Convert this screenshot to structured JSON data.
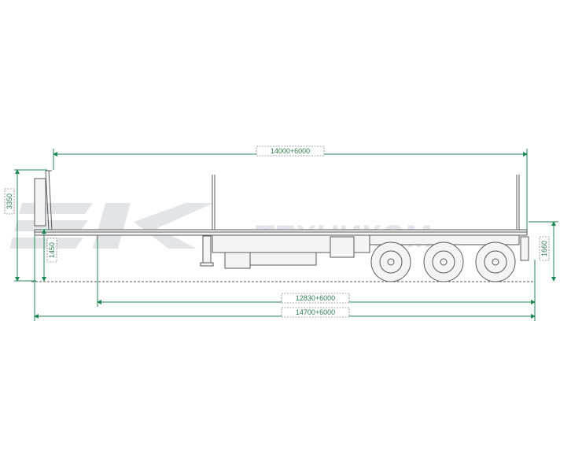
{
  "dimensions": {
    "deck_length": "14000+6000",
    "wheelbase_length": "12830+6000",
    "overall_length": "14700+6000",
    "overall_height": "3350",
    "front_deck_height": "1450",
    "rear_deck_height": "1660"
  },
  "watermark": {
    "text": "ТЕХНИКОМ",
    "logo": "ЭК"
  },
  "colors": {
    "dimension": "#1f8a55",
    "outline": "#5a5a5a",
    "watermark": "#c9cfd6"
  }
}
